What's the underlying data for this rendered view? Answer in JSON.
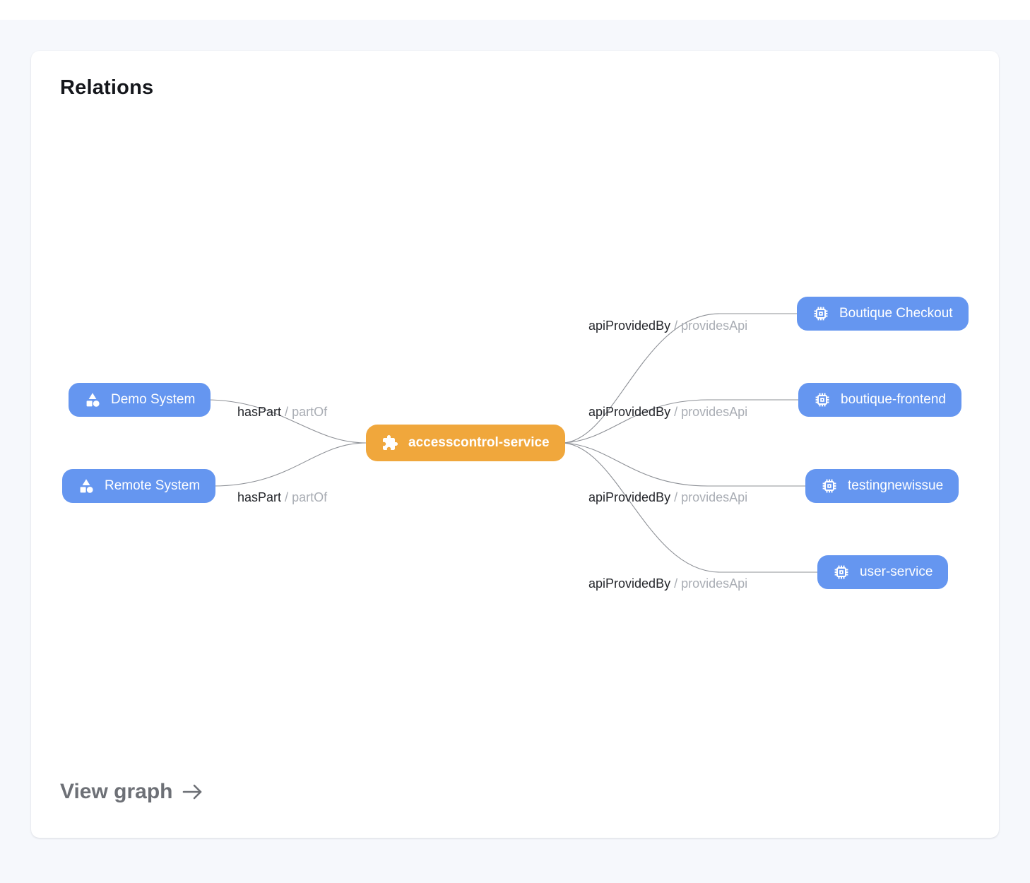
{
  "page": {
    "title": "Relations",
    "view_graph_label": "View graph"
  },
  "colors": {
    "page_background": "#f6f8fc",
    "card_background": "#ffffff",
    "node_blue": "#6596f0",
    "node_orange": "#f0a73c",
    "node_text": "#ffffff",
    "edge_line": "#8d9096",
    "edge_label_primary": "#24262b",
    "edge_label_secondary": "#a9adb4",
    "view_graph_text": "#6d7076"
  },
  "graph": {
    "center": {
      "label": "accesscontrol-service",
      "icon": "puzzle-piece"
    },
    "systems": [
      {
        "label": "Demo System",
        "icon": "category-shapes"
      },
      {
        "label": "Remote System",
        "icon": "category-shapes"
      }
    ],
    "apis": [
      {
        "label": "Boutique Checkout",
        "icon": "chip"
      },
      {
        "label": "boutique-frontend",
        "icon": "chip"
      },
      {
        "label": "testingnewissue",
        "icon": "chip"
      },
      {
        "label": "user-service",
        "icon": "chip"
      }
    ],
    "edges": [
      {
        "from": "Demo System",
        "to": "accesscontrol-service",
        "primary": "hasPart",
        "separator": "/",
        "secondary": "partOf"
      },
      {
        "from": "Remote System",
        "to": "accesscontrol-service",
        "primary": "hasPart",
        "separator": "/",
        "secondary": "partOf"
      },
      {
        "from": "accesscontrol-service",
        "to": "Boutique Checkout",
        "primary": "apiProvidedBy",
        "separator": "/",
        "secondary": "providesApi"
      },
      {
        "from": "accesscontrol-service",
        "to": "boutique-frontend",
        "primary": "apiProvidedBy",
        "separator": "/",
        "secondary": "providesApi"
      },
      {
        "from": "accesscontrol-service",
        "to": "testingnewissue",
        "primary": "apiProvidedBy",
        "separator": "/",
        "secondary": "providesApi"
      },
      {
        "from": "accesscontrol-service",
        "to": "user-service",
        "primary": "apiProvidedBy",
        "separator": "/",
        "secondary": "providesApi"
      }
    ]
  }
}
